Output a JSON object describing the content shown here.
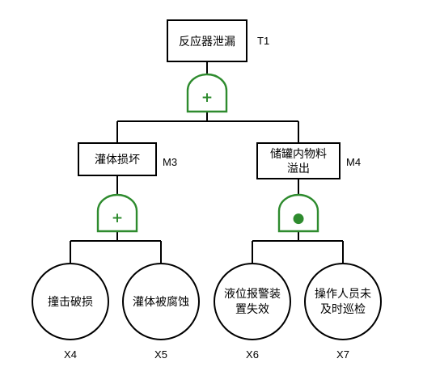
{
  "nodes": {
    "t1": {
      "text": "反应器泄漏",
      "id": "T1"
    },
    "m3": {
      "text": "灌体损坏",
      "id": "M3"
    },
    "m4": {
      "line1": "储罐内物料",
      "line2": "溢出",
      "id": "M4"
    },
    "x4": {
      "text": "撞击破损",
      "id": "X4"
    },
    "x5": {
      "text": "灌体被腐蚀",
      "id": "X5"
    },
    "x6": {
      "line1": "液位报警装",
      "line2": "置失效",
      "id": "X6"
    },
    "x7": {
      "line1": "操作人员未",
      "line2": "及时巡检",
      "id": "X7"
    }
  },
  "gates": {
    "g1": {
      "type": "OR",
      "symbol": "+"
    },
    "g2": {
      "type": "OR",
      "symbol": "+"
    },
    "g3": {
      "type": "AND",
      "symbol": "●"
    }
  },
  "colors": {
    "gate": "#2e8b2e",
    "line": "#000000"
  }
}
